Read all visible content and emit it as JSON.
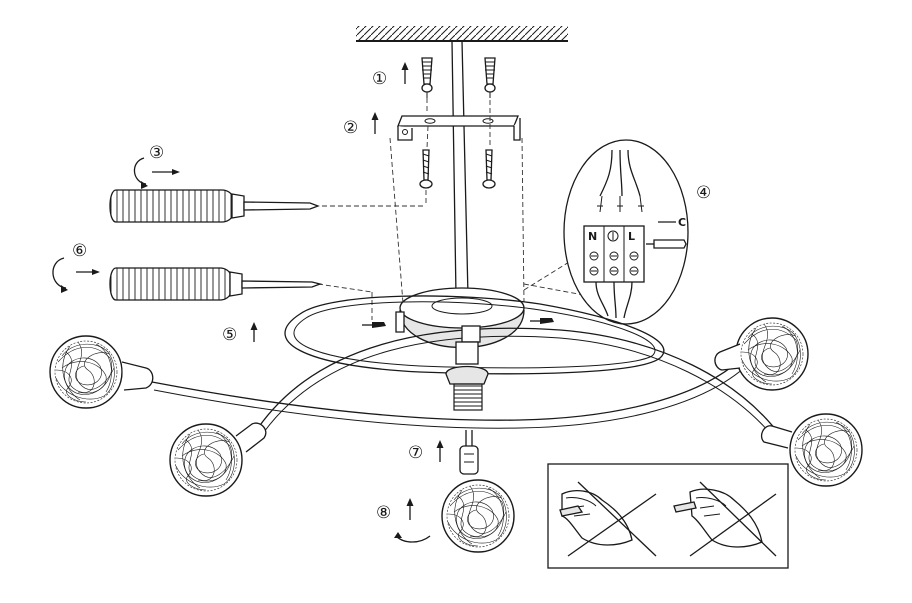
{
  "steps": [
    {
      "number": "①",
      "icon": "arrow-up-icon"
    },
    {
      "number": "②",
      "icon": "arrow-up-icon"
    },
    {
      "number": "③",
      "icon": "rotate-clockwise-arrow-icon"
    },
    {
      "number": "④"
    },
    {
      "number": "⑤",
      "icon": "arrow-up-icon"
    },
    {
      "number": "⑥",
      "icon": "rotate-counterclockwise-arrow-icon"
    },
    {
      "number": "⑦",
      "icon": "arrow-up-icon"
    },
    {
      "number": "⑧",
      "icon": "arrow-up-icon"
    }
  ],
  "terminal_block": {
    "labels": [
      "N",
      "⏚",
      "L"
    ],
    "strip_label": "C"
  },
  "warning_panel": {
    "icon": "crossed-out-hand-icon"
  },
  "colors": {
    "line": "#1a1a1a",
    "background": "#ffffff"
  }
}
